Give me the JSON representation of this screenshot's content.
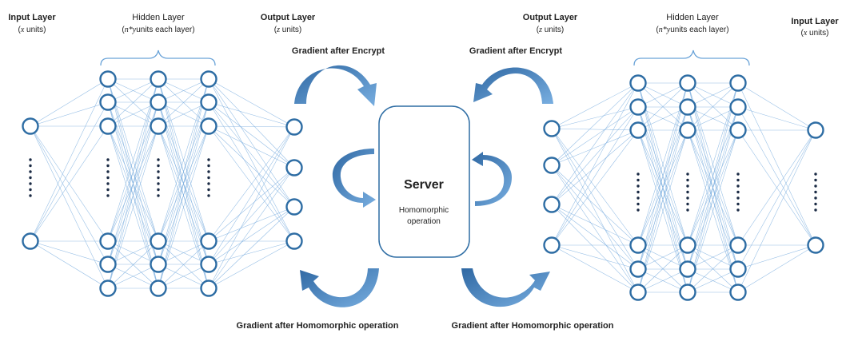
{
  "left_network": {
    "input_title": "Input Layer",
    "input_units_var": "x",
    "input_units_word": "units",
    "hidden_title": "Hidden Layer",
    "hidden_units_var": "n*y",
    "hidden_units_word": "units each layer",
    "output_title": "Output Layer",
    "output_units_var": "z",
    "output_units_word": "units"
  },
  "right_network": {
    "output_title": "Output Layer",
    "output_units_var": "z",
    "output_units_word": "units",
    "hidden_title": "Hidden Layer",
    "hidden_units_var": "n*y",
    "hidden_units_word": "units each layer",
    "input_title": "Input Layer",
    "input_units_var": "x",
    "input_units_word": "units"
  },
  "server": {
    "title": "Server",
    "operation_line1": "Homomorphic",
    "operation_line2": "operation"
  },
  "flows": {
    "left_top": "Gradient after Encrypt",
    "right_top": "Gradient after Encrypt",
    "left_bottom": "Gradient after Homomorphic operation",
    "right_bottom": "Gradient after Homomorphic operation"
  },
  "colors": {
    "neuron_stroke": "#2e6da4",
    "connection": "#7fb0e0",
    "arrow_dark": "#3a73ad",
    "arrow_light": "#6fa6dc",
    "server_border": "#2e6da4"
  }
}
